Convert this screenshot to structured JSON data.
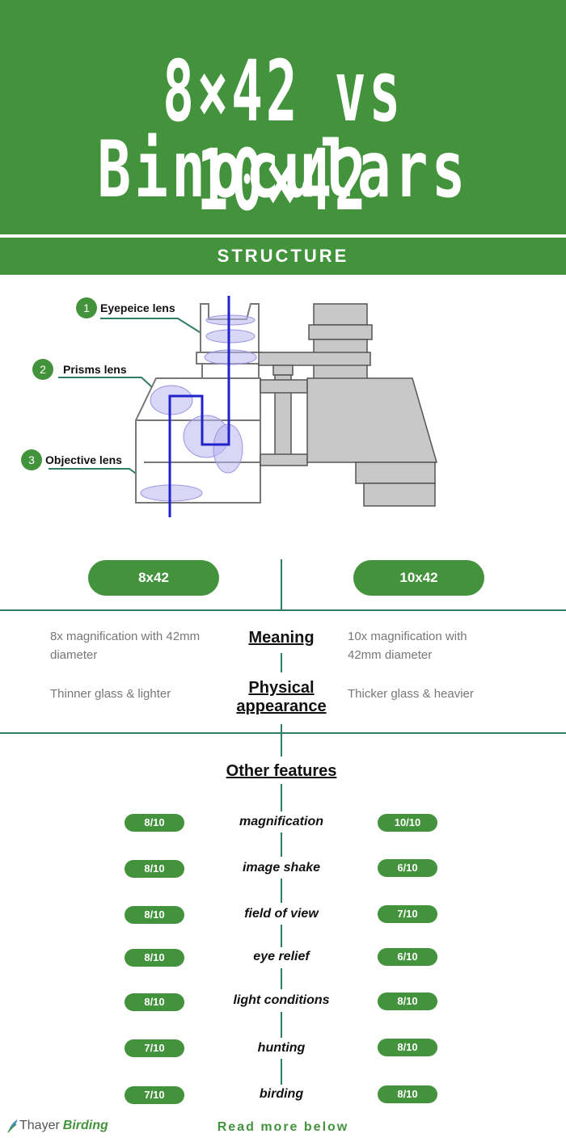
{
  "header": {
    "title_line1": "8×42 vs 10×42",
    "title_line2": "Binoculars",
    "section": "STRUCTURE"
  },
  "diagram": {
    "callouts": [
      {
        "num": "1",
        "label": "Eyepeice lens"
      },
      {
        "num": "2",
        "label": "Prisms lens"
      },
      {
        "num": "3",
        "label": "Objective lens"
      }
    ]
  },
  "compare": {
    "left_title": "8x42",
    "right_title": "10x42",
    "meaning_label": "Meaning",
    "left_meaning": "8x magnification with 42mm diameter",
    "right_meaning": "10x magnification with 42mm diameter",
    "physical_label": "Physical appearance",
    "left_physical": "Thinner glass & lighter",
    "right_physical": "Thicker glass & heavier"
  },
  "features": {
    "title": "Other features",
    "rows": [
      {
        "label": "magnification",
        "left": "8/10",
        "right": "10/10"
      },
      {
        "label": "image shake",
        "left": "8/10",
        "right": "6/10"
      },
      {
        "label": "field of view",
        "left": "8/10",
        "right": "7/10"
      },
      {
        "label": "eye relief",
        "left": "8/10",
        "right": "6/10"
      },
      {
        "label": "light conditions",
        "left": "8/10",
        "right": "8/10"
      },
      {
        "label": "hunting",
        "left": "7/10",
        "right": "8/10"
      },
      {
        "label": "birding",
        "left": "7/10",
        "right": "8/10"
      }
    ]
  },
  "footer": {
    "brand_part1": "Thayer",
    "brand_part2": "Birding",
    "read_more": "Read more below"
  },
  "colors": {
    "accent": "#43923c",
    "line": "#2f7c68",
    "beam": "#2222cc"
  }
}
